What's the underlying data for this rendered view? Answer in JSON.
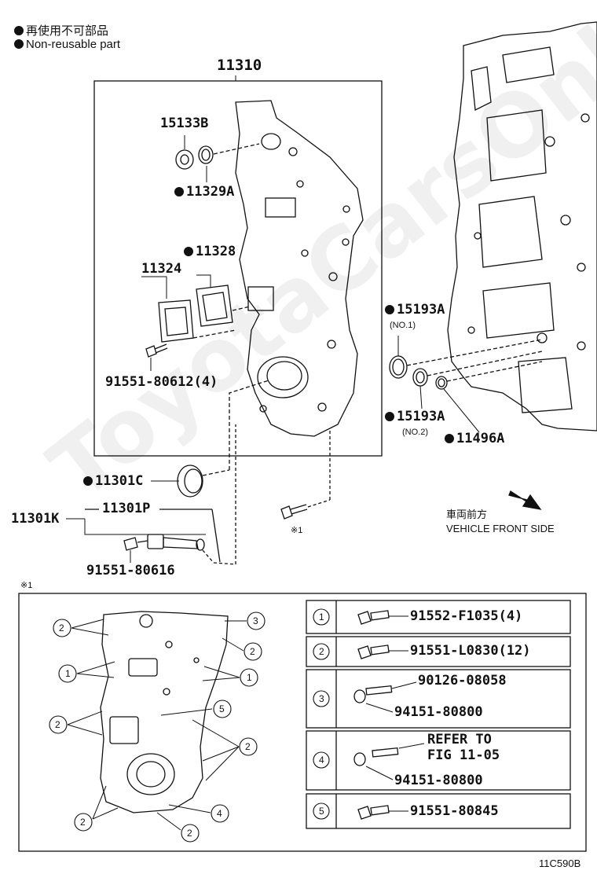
{
  "legend": {
    "jp": "再使用不可部品",
    "en": "Non-reusable part"
  },
  "parts": {
    "assembly": "11310",
    "cap": "15133B",
    "seal_upper": "11329A",
    "gasket": "11328",
    "cover_plate": "11324",
    "bolt_plate": "91551-80612(4)",
    "oring_no1": "15193A",
    "oring_no1_note": "(NO.1)",
    "oring_no2": "15193A",
    "oring_no2_note": "(NO.2)",
    "oring_small": "11496A",
    "front_seal": "11301C",
    "sensor": "11301P",
    "kit": "11301K",
    "bolt_sensor": "91551-80616",
    "ref_mark": "※1"
  },
  "direction": {
    "jp": "車両前方",
    "en": "VEHICLE FRONT SIDE"
  },
  "bolt_table": {
    "note": "※1",
    "rows": [
      {
        "num": "1",
        "parts": [
          "91552-F1035(4)"
        ]
      },
      {
        "num": "2",
        "parts": [
          "91551-L0830(12)"
        ]
      },
      {
        "num": "3",
        "parts": [
          "90126-08058",
          "94151-80800"
        ]
      },
      {
        "num": "4",
        "parts": [
          "REFER TO",
          "FIG 11-05",
          "94151-80800"
        ]
      },
      {
        "num": "5",
        "parts": [
          "91551-80845"
        ]
      }
    ]
  },
  "callouts": {
    "c1": "1",
    "c2": "2",
    "c3": "3",
    "c4": "4",
    "c5": "5"
  },
  "figure_code": "11C590B",
  "watermark": "ToyotaCarsOnline"
}
